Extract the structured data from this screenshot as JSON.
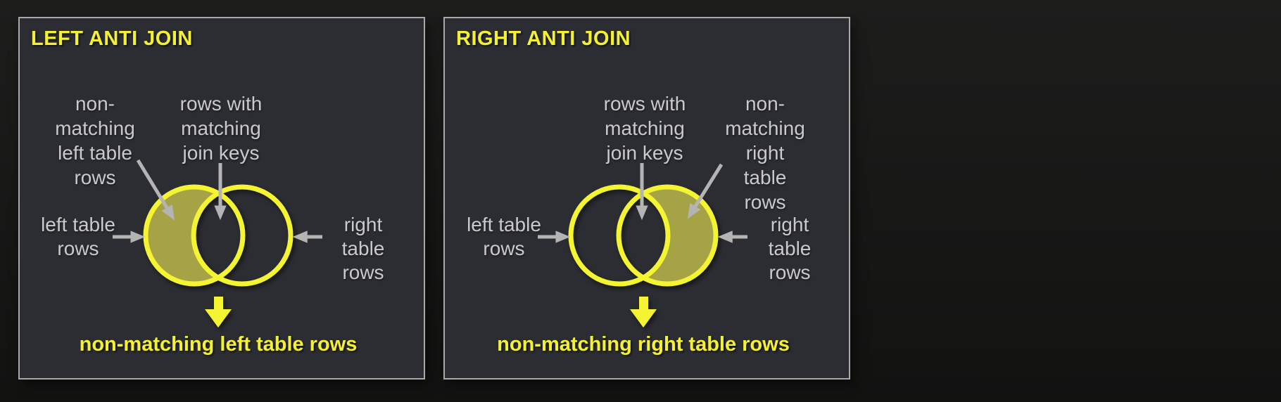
{
  "colors": {
    "page_background": "#171716",
    "panel_background": "#2b2d33",
    "panel_border": "#a9a9a9",
    "heading_yellow": "#f4f135",
    "circle_stroke_yellow": "#f4f430",
    "highlight_fill_olive": "#a6a347",
    "label_gray": "#cacaca",
    "arrow_gray": "#b4b4b4"
  },
  "panels": {
    "left": {
      "title": "LEFT ANTI JOIN",
      "annotations": {
        "nonmatching": "non-\nmatching\nleft table\nrows",
        "matching": "rows with\nmatching\njoin keys",
        "left_table": "left table\nrows",
        "right_table": "right table\nrows"
      },
      "highlighted_region": "left circle excluding overlap",
      "result": "non-matching left table rows"
    },
    "right": {
      "title": "RIGHT ANTI JOIN",
      "annotations": {
        "matching": "rows with\nmatching\njoin keys",
        "nonmatching": "non-\nmatching\nright table\nrows",
        "left_table": "left table\nrows",
        "right_table": "right table\nrows"
      },
      "highlighted_region": "right circle excluding overlap",
      "result": "non-matching right table rows"
    }
  }
}
